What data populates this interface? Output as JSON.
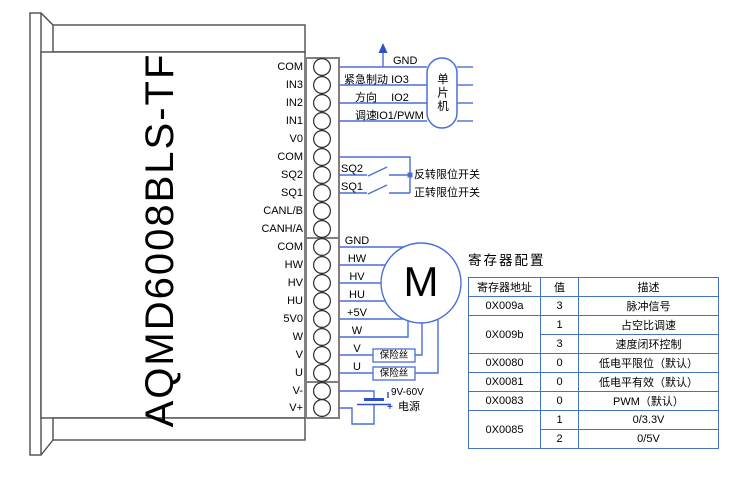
{
  "module": {
    "title": "AQMD6008BLS-TF",
    "block1_pins": [
      "COM",
      "IN3",
      "IN2",
      "IN1",
      "V0",
      "COM",
      "SQ2",
      "SQ1",
      "CANL/B",
      "CANH/A"
    ],
    "block2_pins": [
      "COM",
      "HW",
      "HV",
      "HU",
      "5V0",
      "W",
      "V",
      "U"
    ],
    "block3_pins": [
      "V-",
      "V+"
    ]
  },
  "mcu": {
    "label": "单片机",
    "gnd_label": "GND",
    "rows": [
      {
        "func": "紧急制动",
        "io": "IO3"
      },
      {
        "func": "方向",
        "io": "IO2"
      },
      {
        "func": "调速",
        "io": "IO1/PWM"
      }
    ]
  },
  "limit_switches": {
    "sq2_label": "SQ2",
    "sq2_desc": "反转限位开关",
    "sq1_label": "SQ1",
    "sq1_desc": "正转限位开关"
  },
  "motor": {
    "symbol": "M",
    "wire_labels": [
      "GND",
      "HW",
      "HV",
      "HU",
      "+5V",
      "W",
      "V",
      "U"
    ],
    "fuse_label": "保险丝"
  },
  "power": {
    "voltage": "9V-60V",
    "label": "电源",
    "polarity": "+"
  },
  "registers": {
    "title": "寄存器配置",
    "headers": [
      "寄存器地址",
      "值",
      "描述"
    ],
    "rows": [
      {
        "addr": "0X009a",
        "span": 1,
        "entries": [
          {
            "val": "3",
            "desc": "脉冲信号"
          }
        ]
      },
      {
        "addr": "0X009b",
        "span": 2,
        "entries": [
          {
            "val": "1",
            "desc": "占空比调速"
          },
          {
            "val": "3",
            "desc": "速度闭环控制"
          }
        ]
      },
      {
        "addr": "0X0080",
        "span": 1,
        "entries": [
          {
            "val": "0",
            "desc": "低电平限位（默认）"
          }
        ]
      },
      {
        "addr": "0X0081",
        "span": 1,
        "entries": [
          {
            "val": "0",
            "desc": "低电平有效（默认）"
          }
        ]
      },
      {
        "addr": "0X0083",
        "span": 1,
        "entries": [
          {
            "val": "0",
            "desc": "PWM（默认）"
          }
        ]
      },
      {
        "addr": "0X0085",
        "span": 2,
        "entries": [
          {
            "val": "1",
            "desc": "0/3.3V"
          },
          {
            "val": "2",
            "desc": "0/5V"
          }
        ]
      }
    ]
  },
  "colors": {
    "wire_blue": "#4a6fd6",
    "accent_dark_blue": "#2b50c8",
    "module_outline": "#4d4d4d",
    "terminal_border": "#7f7f7f",
    "table_border": "#4472c4"
  }
}
